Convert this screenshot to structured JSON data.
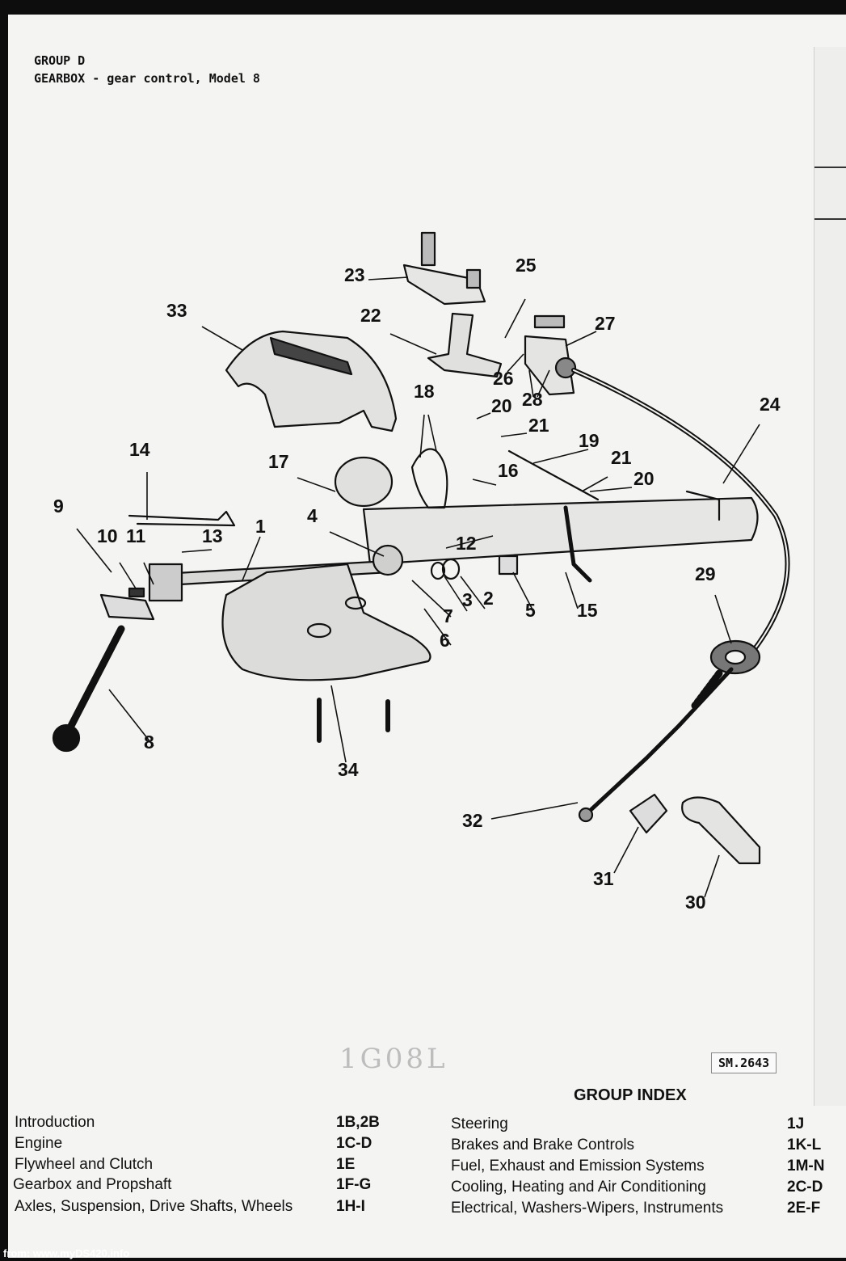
{
  "header": {
    "line1": "GROUP D",
    "line2": "GEARBOX - gear control, Model 8"
  },
  "diagram": {
    "callouts": [
      "1",
      "2",
      "3",
      "4",
      "5",
      "6",
      "7",
      "8",
      "9",
      "10",
      "11",
      "12",
      "13",
      "14",
      "15",
      "16",
      "17",
      "18",
      "19",
      "20",
      "20",
      "21",
      "21",
      "22",
      "23",
      "24",
      "25",
      "26",
      "27",
      "28",
      "29",
      "30",
      "31",
      "32",
      "33",
      "34"
    ]
  },
  "handwritten_note": "1G08L",
  "plate_ref": "SM.2643",
  "group_index": {
    "title": "GROUP INDEX",
    "left": [
      {
        "label": "Introduction",
        "code": "1B,2B"
      },
      {
        "label": "Engine",
        "code": "1C-D"
      },
      {
        "label": "Flywheel and Clutch",
        "code": "1E"
      },
      {
        "label": "Gearbox and Propshaft",
        "code": "1F-G"
      },
      {
        "label": "Axles, Suspension, Drive Shafts, Wheels",
        "code": "1H-I"
      }
    ],
    "right": [
      {
        "label": "Steering",
        "code": "1J"
      },
      {
        "label": "Brakes and Brake Controls",
        "code": "1K-L"
      },
      {
        "label": "Fuel, Exhaust and Emission Systems",
        "code": "1M-N"
      },
      {
        "label": "Cooling, Heating and Air Conditioning",
        "code": "2C-D"
      },
      {
        "label": "Electrical, Washers-Wipers, Instruments",
        "code": "2E-F"
      }
    ]
  },
  "footer": "from: www.myDS420.info"
}
